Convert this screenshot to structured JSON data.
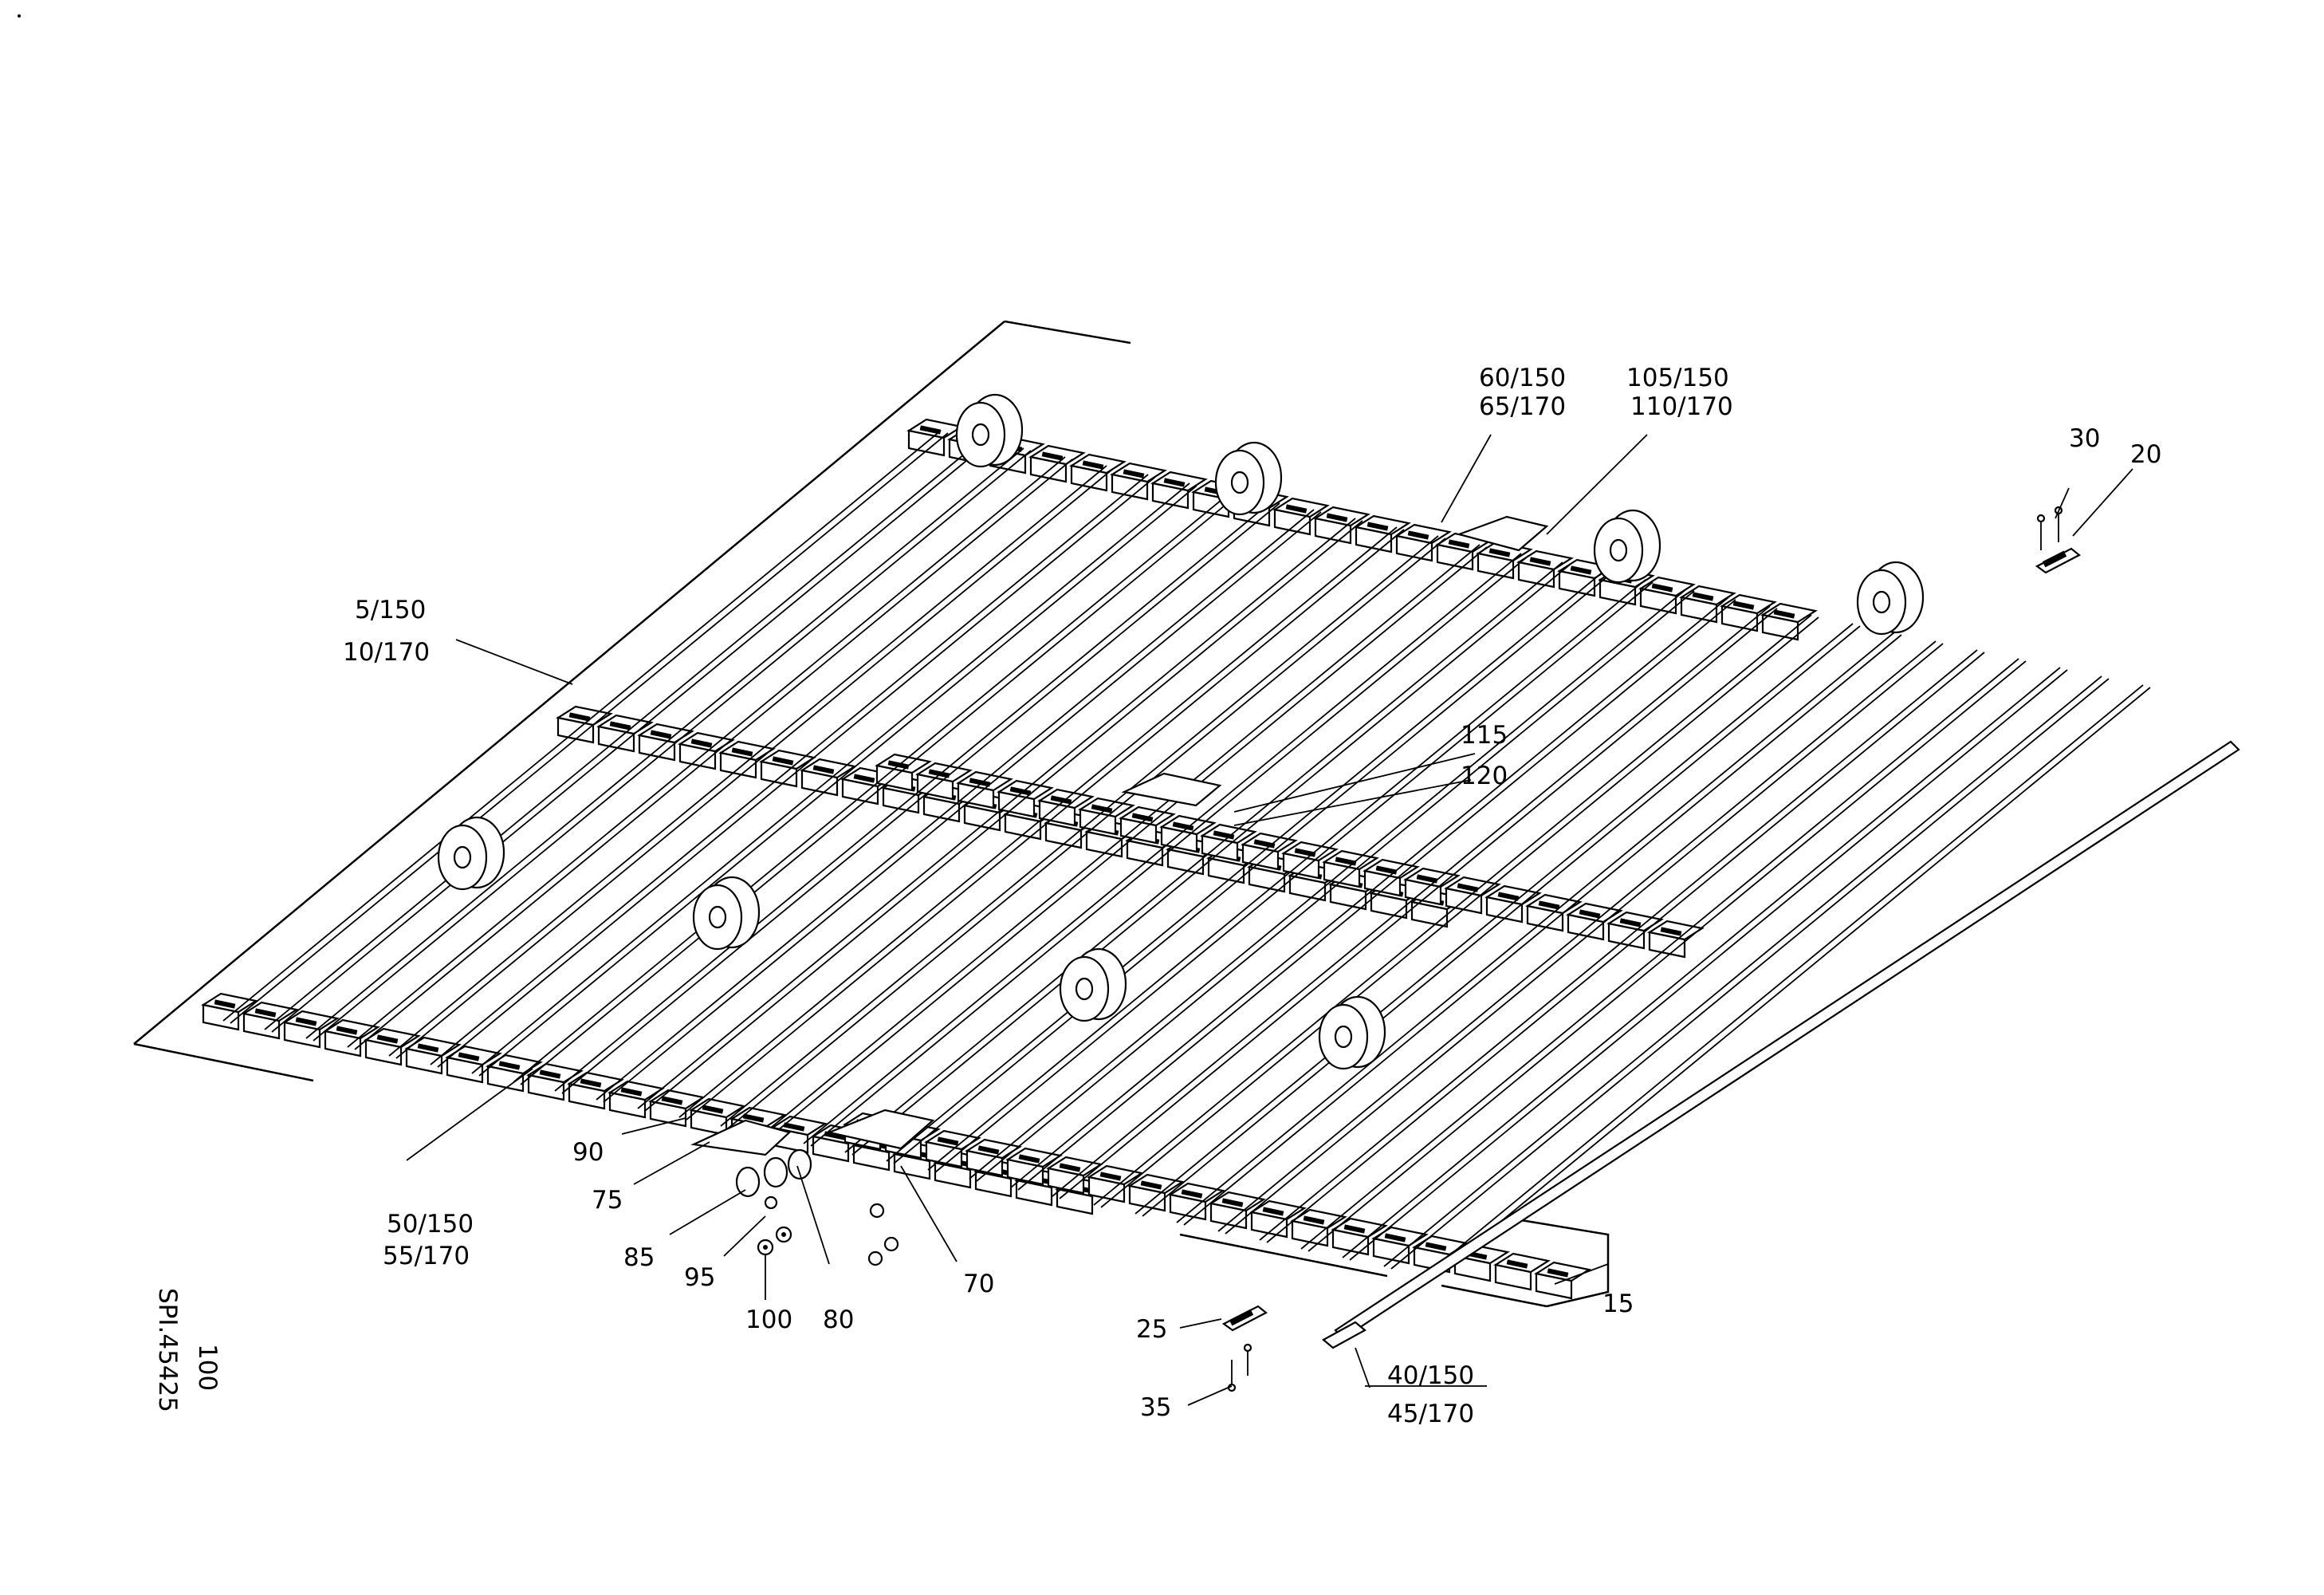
{
  "callouts": [
    {
      "id": "c-5",
      "lines": [
        "5/150",
        "10/170"
      ]
    },
    {
      "id": "c-50",
      "lines": [
        "50/150",
        "55/170"
      ]
    },
    {
      "id": "c-60",
      "lines": [
        "60/150",
        "65/170"
      ]
    },
    {
      "id": "c-105",
      "lines": [
        "105/150",
        "110/170"
      ]
    },
    {
      "id": "c-30",
      "lines": [
        "30"
      ]
    },
    {
      "id": "c-20",
      "lines": [
        "20"
      ]
    },
    {
      "id": "c-115",
      "lines": [
        "115"
      ]
    },
    {
      "id": "c-120",
      "lines": [
        "120"
      ]
    },
    {
      "id": "c-90",
      "lines": [
        "90"
      ]
    },
    {
      "id": "c-75",
      "lines": [
        "75"
      ]
    },
    {
      "id": "c-85",
      "lines": [
        "85"
      ]
    },
    {
      "id": "c-95",
      "lines": [
        "95"
      ]
    },
    {
      "id": "c-100",
      "lines": [
        "100"
      ]
    },
    {
      "id": "c-80",
      "lines": [
        "80"
      ]
    },
    {
      "id": "c-70",
      "lines": [
        "70"
      ]
    },
    {
      "id": "c-15",
      "lines": [
        "15"
      ]
    },
    {
      "id": "c-25",
      "lines": [
        "25"
      ]
    },
    {
      "id": "c-35",
      "lines": [
        "35"
      ]
    },
    {
      "id": "c-40",
      "lines": [
        "40/150",
        "45/170"
      ]
    }
  ],
  "side_note": {
    "line1": "SPI.45425",
    "line2": "100"
  }
}
